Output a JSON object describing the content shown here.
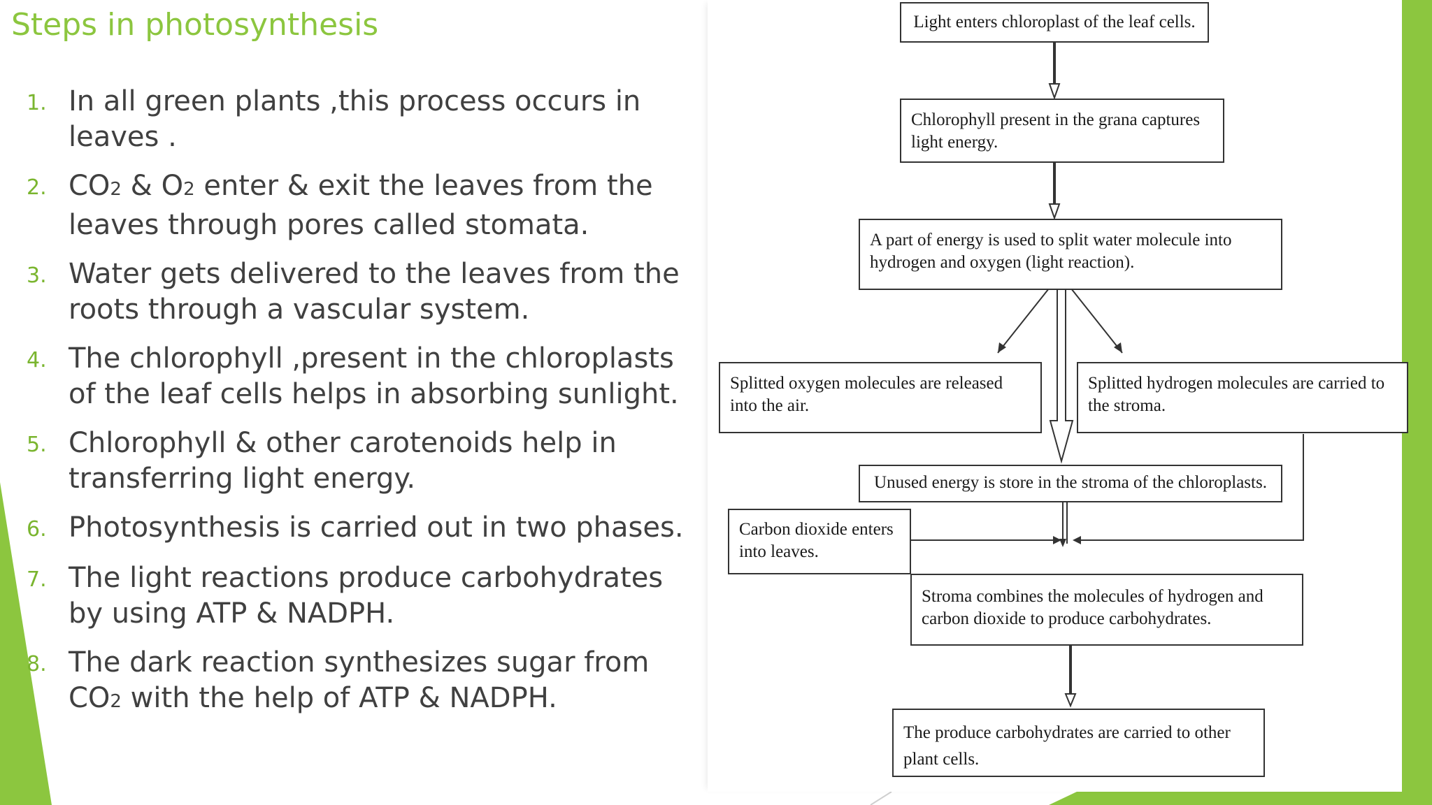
{
  "slide": {
    "title": "Steps in photosynthesis",
    "accent_color": "#8cc63f",
    "steps": [
      {
        "num": "1.",
        "text": "In all green plants ,this process occurs in leaves ."
      },
      {
        "num": "2.",
        "text_parts": [
          "CO",
          "2",
          " & O",
          "2",
          " enter & exit the leaves from the leaves through pores called stomata."
        ]
      },
      {
        "num": "3.",
        "text": "Water gets delivered to the leaves from the roots through a vascular system."
      },
      {
        "num": "4.",
        "text": "The chlorophyll ,present in the chloroplasts of the leaf cells helps in absorbing sunlight."
      },
      {
        "num": "5.",
        "text": "Chlorophyll & other carotenoids help in transferring light energy."
      },
      {
        "num": "6.",
        "text": "Photosynthesis is carried out in two phases."
      },
      {
        "num": "7.",
        "text": "The light reactions produce carbohydrates by using ATP & NADPH."
      },
      {
        "num": "8.",
        "text_parts": [
          "The dark reaction synthesizes sugar from CO",
          "2",
          " with the help of ATP & NADPH."
        ]
      }
    ]
  },
  "flowchart": {
    "box1": "Light enters chloroplast of the leaf cells.",
    "box2": "Chlorophyll present in the grana captures light energy.",
    "box3": "A part of energy is used to split water molecule into hydrogen and oxygen (light reaction).",
    "box4": "Splitted oxygen molecules are released into the air.",
    "box5": "Splitted hydrogen molecules are carried to the stroma.",
    "box6": "Unused energy is store in the stroma of the chloroplasts.",
    "box7": "Carbon dioxide enters into leaves.",
    "box8": "Stroma combines the molecules of hydrogen and carbon dioxide to produce carbohydrates.",
    "box9": "The produce carbohydrates are carried to other plant cells."
  }
}
